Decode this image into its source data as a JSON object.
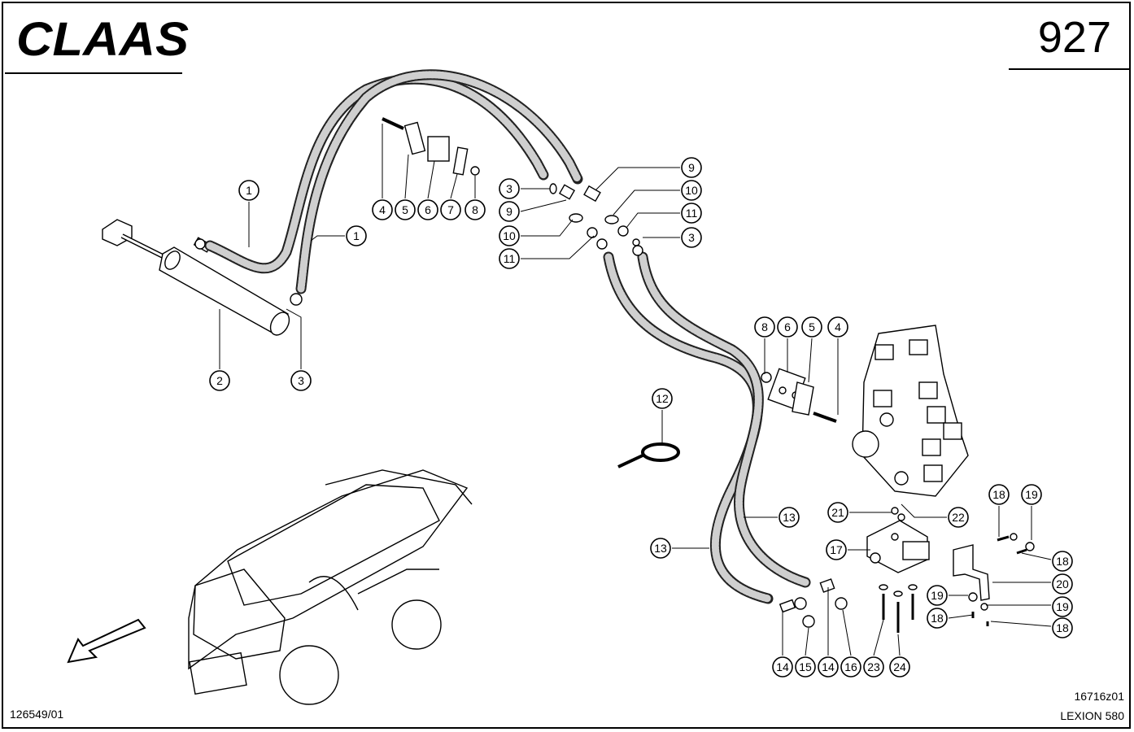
{
  "header": {
    "brand": "CLAAS",
    "page_number": "927"
  },
  "footer": {
    "document_code": "126549/01",
    "drawing_code": "16716z01",
    "model": "LEXION 580"
  },
  "callouts": [
    {
      "id": "c1a",
      "label": "1"
    },
    {
      "id": "c1b",
      "label": "1"
    },
    {
      "id": "c2",
      "label": "2"
    },
    {
      "id": "c3a",
      "label": "3"
    },
    {
      "id": "c4a",
      "label": "4"
    },
    {
      "id": "c5a",
      "label": "5"
    },
    {
      "id": "c6a",
      "label": "6"
    },
    {
      "id": "c7",
      "label": "7"
    },
    {
      "id": "c8a",
      "label": "8"
    },
    {
      "id": "c3b",
      "label": "3"
    },
    {
      "id": "c9a",
      "label": "9"
    },
    {
      "id": "c10a",
      "label": "10"
    },
    {
      "id": "c11a",
      "label": "11"
    },
    {
      "id": "c9b",
      "label": "9"
    },
    {
      "id": "c10b",
      "label": "10"
    },
    {
      "id": "c11b",
      "label": "11"
    },
    {
      "id": "c3c",
      "label": "3"
    },
    {
      "id": "c8b",
      "label": "8"
    },
    {
      "id": "c6b",
      "label": "6"
    },
    {
      "id": "c5b",
      "label": "5"
    },
    {
      "id": "c4b",
      "label": "4"
    },
    {
      "id": "c12",
      "label": "12"
    },
    {
      "id": "c13a",
      "label": "13"
    },
    {
      "id": "c13b",
      "label": "13"
    },
    {
      "id": "c21",
      "label": "21"
    },
    {
      "id": "c22",
      "label": "22"
    },
    {
      "id": "c17",
      "label": "17"
    },
    {
      "id": "c18a",
      "label": "18"
    },
    {
      "id": "c19a",
      "label": "19"
    },
    {
      "id": "c18b",
      "label": "18"
    },
    {
      "id": "c20",
      "label": "20"
    },
    {
      "id": "c19b",
      "label": "19"
    },
    {
      "id": "c19c",
      "label": "19"
    },
    {
      "id": "c18c",
      "label": "18"
    },
    {
      "id": "c18d",
      "label": "18"
    },
    {
      "id": "c14a",
      "label": "14"
    },
    {
      "id": "c15",
      "label": "15"
    },
    {
      "id": "c14b",
      "label": "14"
    },
    {
      "id": "c16",
      "label": "16"
    },
    {
      "id": "c23",
      "label": "23"
    },
    {
      "id": "c24",
      "label": "24"
    }
  ]
}
